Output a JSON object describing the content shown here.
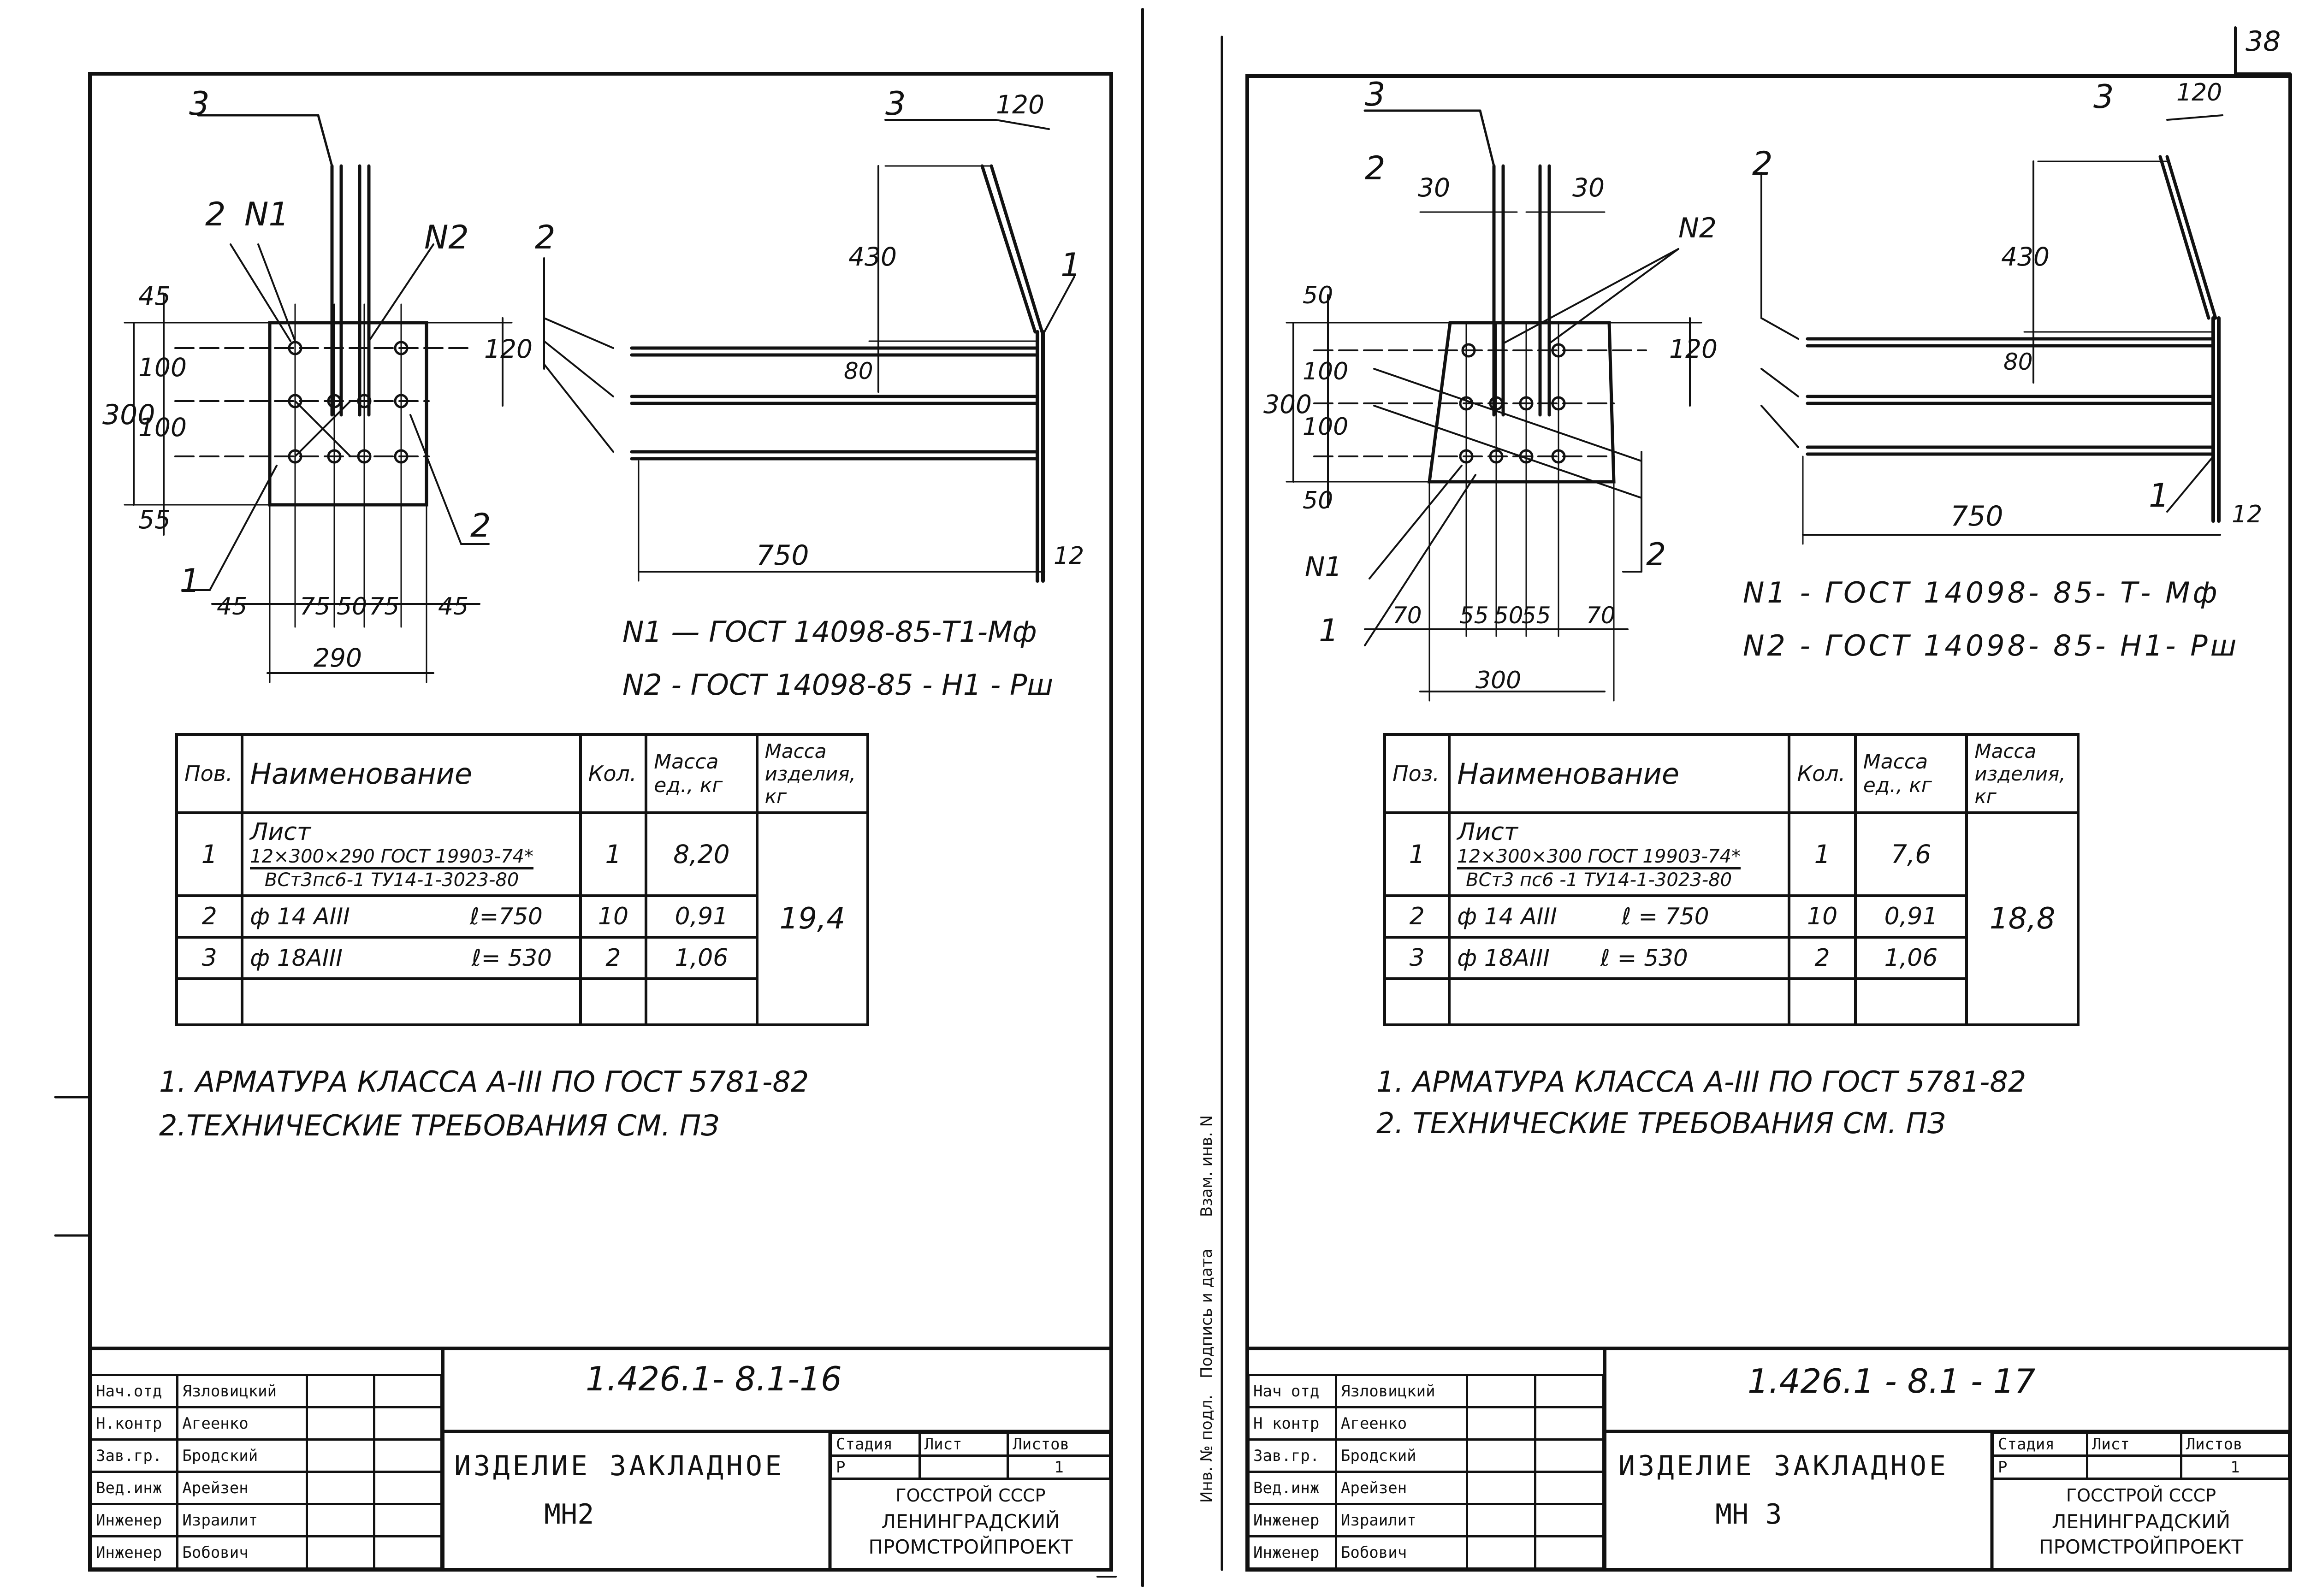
{
  "page_number": "38",
  "left": {
    "dims": [
      "3",
      "2",
      "N1",
      "N2",
      "45",
      "100",
      "100",
      "300",
      "55",
      "120",
      "2",
      "1",
      "45",
      "75",
      "50",
      "75",
      "45",
      "290",
      "3",
      "120",
      "2",
      "430",
      "80",
      "1",
      "750",
      "12"
    ],
    "gost": [
      "N1  — ГОСТ 14098-85-Т1-Мф",
      "N2 - ГОСТ 14098-85 - Н1 - Рш"
    ],
    "table": {
      "headers": [
        "Пов.",
        "Наименование",
        "Кол.",
        "Масса ед., кг",
        "Масса изделия, кг"
      ],
      "rows": [
        {
          "pos": "1",
          "name_top": "12×300×290 ГОСТ 19903-74*",
          "name_bot": "ВСт3пс6-1 ТУ14-1-3023-80",
          "name_pre": "Лист",
          "qty": "1",
          "mass": "8,20"
        },
        {
          "pos": "2",
          "name": "ф 14 АIII",
          "len": "ℓ=750",
          "qty": "10",
          "mass": "0,91"
        },
        {
          "pos": "3",
          "name": "ф 18АIII",
          "len": "ℓ= 530",
          "qty": "2",
          "mass": "1,06"
        }
      ],
      "total": "19,4"
    },
    "notes": [
      "1. АРМАТУРА  КЛАССА  А-III  ПО ГОСТ  5781-82",
      "2.ТЕХНИЧЕСКИЕ  ТРЕБОВАНИЯ  СМ.  ПЗ"
    ],
    "title_block": {
      "people": [
        [
          "Нач.отд",
          "Язловицкий"
        ],
        [
          "Н.контр",
          "Агеенко"
        ],
        [
          "Зав.гр.",
          "Бродский"
        ],
        [
          "Вед.инж",
          "Арейзен"
        ],
        [
          "Инженер",
          "Израилит"
        ],
        [
          "Инженер",
          "Бобович"
        ]
      ],
      "doc_code": "1.426.1- 8.1-16",
      "title_line1": "ИЗДЕЛИЕ  ЗАКЛАДНОЕ",
      "title_line2": "МН2",
      "stage_h": "Стадия",
      "sheet_h": "Лист",
      "sheets_h": "Листов",
      "stage": "Р",
      "sheets": "1",
      "org1": "ГОССТРОЙ СССР",
      "org2": "ЛЕНИНГРАДСКИЙ",
      "org3": "ПРОМСТРОЙПРОЕКТ"
    }
  },
  "right": {
    "dims": [
      "3",
      "2",
      "30",
      "30",
      "N2",
      "50",
      "100",
      "100",
      "300",
      "50",
      "120",
      "N1",
      "1",
      "70",
      "55",
      "50",
      "55",
      "70",
      "300",
      "2",
      "2",
      "3",
      "120",
      "430",
      "80",
      "750",
      "1",
      "12"
    ],
    "gost": [
      "N1 - ГОСТ 14098- 85- Т- Мф",
      "N2 - ГОСТ 14098- 85- Н1- Рш"
    ],
    "table": {
      "headers": [
        "Поз.",
        "Наименование",
        "Кол.",
        "Масса ед., кг",
        "Масса изделия, кг"
      ],
      "rows": [
        {
          "pos": "1",
          "name_top": "12×300×300  ГОСТ 19903-74*",
          "name_bot": "ВСт3 пс6 -1 ТУ14-1-3023-80",
          "name_pre": "Лист",
          "qty": "1",
          "mass": "7,6"
        },
        {
          "pos": "2",
          "name": "ф 14 АIII",
          "len": "ℓ = 750",
          "qty": "10",
          "mass": "0,91"
        },
        {
          "pos": "3",
          "name": "ф 18АIII",
          "len": "ℓ = 530",
          "qty": "2",
          "mass": "1,06"
        }
      ],
      "total": "18,8"
    },
    "notes": [
      "1. АРМАТУРА КЛАССА А-III  ПО  ГОСТ  5781-82",
      "2. ТЕХНИЧЕСКИЕ  ТРЕБОВАНИЯ  СМ.  ПЗ"
    ],
    "side_stamp": [
      "Инв. № подл.",
      "Подпись и дата",
      "Взам. инв. N"
    ],
    "title_block": {
      "people": [
        [
          "Нач отд",
          "Язловицкий"
        ],
        [
          "Н контр",
          "Агеенко"
        ],
        [
          "Зав.гр.",
          "Бродский"
        ],
        [
          "Вед.инж",
          "Арейзен"
        ],
        [
          "Инженер",
          "Израилит"
        ],
        [
          "Инженер",
          "Бобович"
        ]
      ],
      "doc_code": "1.426.1 - 8.1 - 17",
      "title_line1": "ИЗДЕЛИЕ  ЗАКЛАДНОЕ",
      "title_line2": "МН 3",
      "stage_h": "Стадия",
      "sheet_h": "Лист",
      "sheets_h": "Листов",
      "stage": "Р",
      "sheets": "1",
      "org1": "ГОССТРОЙ СССР",
      "org2": "ЛЕНИНГРАДСКИЙ",
      "org3": "ПРОМСТРОЙПРОЕКТ"
    }
  }
}
